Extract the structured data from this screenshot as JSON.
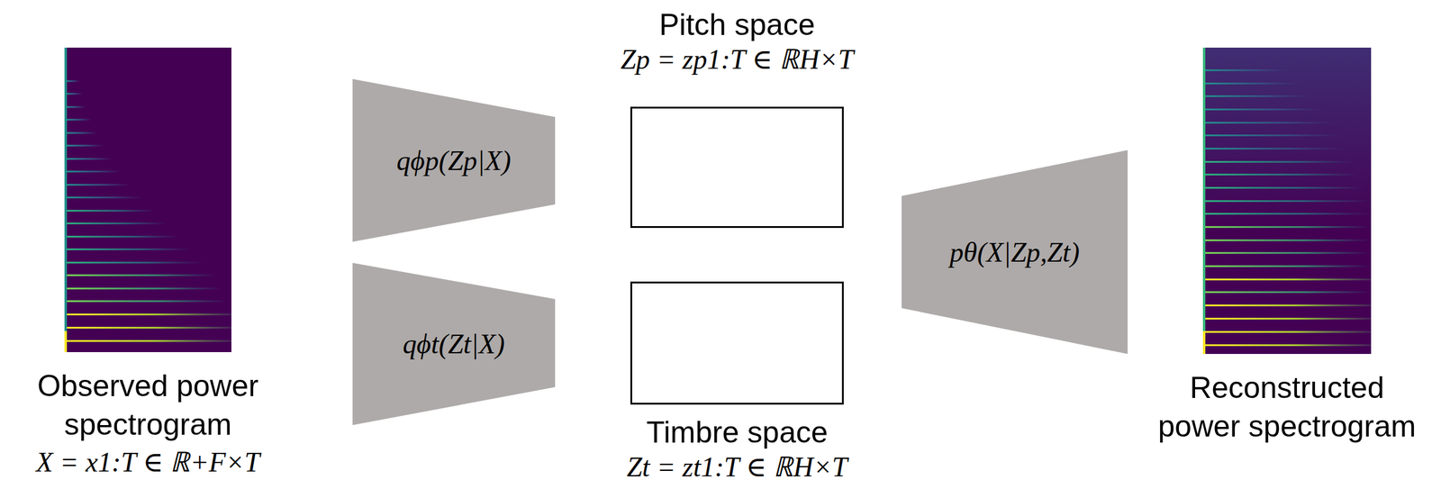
{
  "diagram": {
    "nodes": [
      {
        "text": [
          "Observed power spectrogram",
          "X = x1:T ∈ ℝ+F×T"
        ]
      },
      {
        "text": [
          "qϕp(Zp|X)"
        ]
      },
      {
        "text": [
          "qϕt(Zt|X)"
        ]
      },
      {
        "text": [
          "Pitch space",
          "Zp = zp1:T ∈ ℝH×T"
        ]
      },
      {
        "text": [
          "Timbre space",
          "Zt = zt1:T ∈ ℝH×T"
        ]
      },
      {
        "text": [
          "pθ(X|Zp,Zt)"
        ]
      },
      {
        "text": [
          "Reconstructed power spectrogram"
        ]
      }
    ]
  }
}
